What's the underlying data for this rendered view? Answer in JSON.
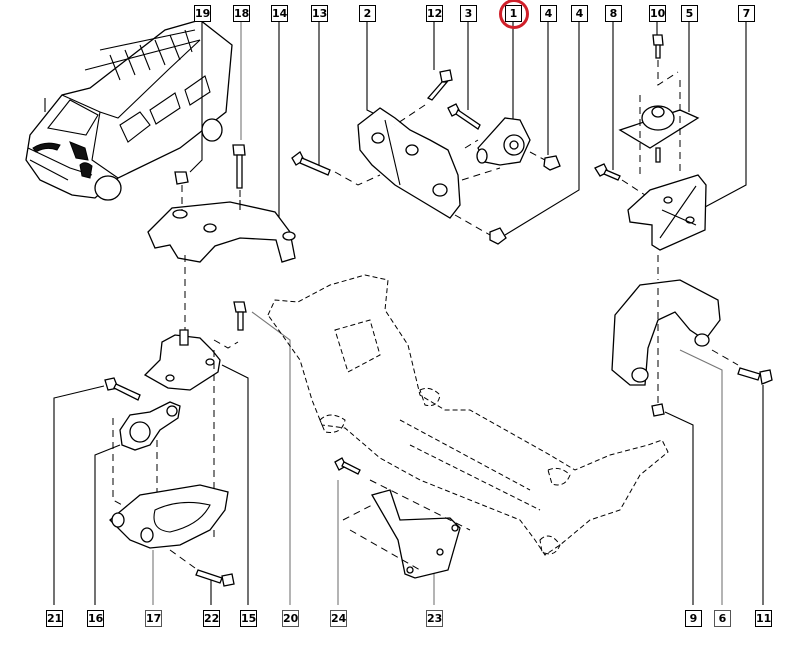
{
  "diagram": {
    "title": "Engine / gearbox mounting exploded parts view",
    "highlight_color": "#d0202a",
    "highlighted_part": "1",
    "top_callouts": [
      {
        "ref": "19",
        "part": "nut"
      },
      {
        "ref": "18",
        "part": "bolt"
      },
      {
        "ref": "14",
        "part": "left mount bracket"
      },
      {
        "ref": "13",
        "part": "bolt"
      },
      {
        "ref": "2",
        "part": "engine mount bracket"
      },
      {
        "ref": "12",
        "part": "bolt"
      },
      {
        "ref": "3",
        "part": "bolt"
      },
      {
        "ref": "1",
        "part": "torque rod mount"
      },
      {
        "ref": "4",
        "part": "nut"
      },
      {
        "ref": "4",
        "part": "nut"
      },
      {
        "ref": "8",
        "part": "bolt"
      },
      {
        "ref": "10",
        "part": "bolt"
      },
      {
        "ref": "5",
        "part": "rubber mount pad"
      },
      {
        "ref": "7",
        "part": "right mount bracket"
      }
    ],
    "bottom_callouts": [
      {
        "ref": "21",
        "part": "bolt"
      },
      {
        "ref": "16",
        "part": "rear torque rod"
      },
      {
        "ref": "17",
        "part": "rear mount cradle"
      },
      {
        "ref": "22",
        "part": "bolt"
      },
      {
        "ref": "15",
        "part": "gearbox mount"
      },
      {
        "ref": "20",
        "part": "bolt"
      },
      {
        "ref": "24",
        "part": "bolt"
      },
      {
        "ref": "23",
        "part": "small bracket"
      },
      {
        "ref": "9",
        "part": "nut"
      },
      {
        "ref": "6",
        "part": "support arm"
      },
      {
        "ref": "11",
        "part": "bolt"
      }
    ]
  }
}
